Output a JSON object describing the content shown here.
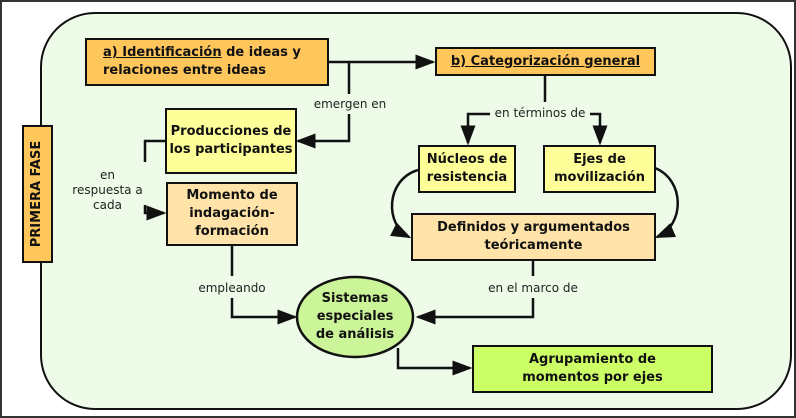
{
  "phase": "PRIMERA FASE",
  "nodes": {
    "identificacion": {
      "underlined": "a) Identificación",
      "rest": " de ideas y relaciones entre ideas"
    },
    "categorizacion": "b) Categorización general",
    "producciones": "Producciones de los participantes",
    "momento": "Momento de indagación-formación",
    "nucleos": "Núcleos de resistencia",
    "ejes": "Ejes de movilización",
    "definidos": "Definidos y argumentados teóricamente",
    "sistemas": "Sistemas especiales de análisis",
    "agrupamiento": "Agrupamiento de momentos por ejes"
  },
  "edges": {
    "emergen": "emergen en",
    "terminos": "en términos de",
    "respuesta": "en respuesta a cada",
    "empleando": "empleando",
    "marco": "en el marco de"
  },
  "colors": {
    "orange": "#ffc65c",
    "yellow": "#ffff99",
    "peach": "#ffe3a8",
    "green_ellipse": "#ccf59a",
    "green_box": "#ccff66",
    "panel": "#eefbe8"
  }
}
